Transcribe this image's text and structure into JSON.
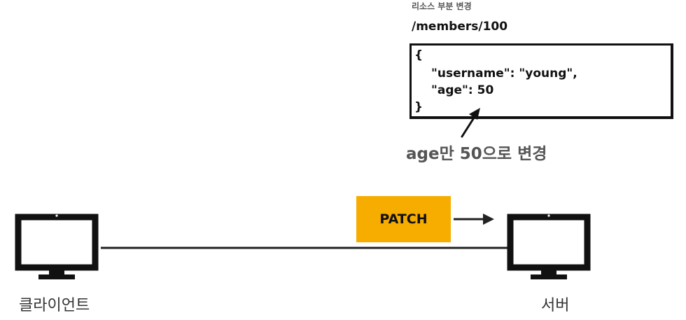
{
  "resource": {
    "caption": "리소스 부분 변경",
    "path": "/members/100"
  },
  "json_body": {
    "open": "{",
    "username_key": "\"username\": ",
    "username_value": "\"young\",",
    "age_key": "\"age\": ",
    "age_value": "50",
    "close": "}"
  },
  "annotation": {
    "text": "age만 50으로 변경"
  },
  "request": {
    "method": "PATCH",
    "color": "#f7ac00"
  },
  "nodes": {
    "client_label": "클라이언트",
    "server_label": "서버"
  },
  "icons": {
    "client": "monitor-icon",
    "server": "monitor-icon"
  }
}
